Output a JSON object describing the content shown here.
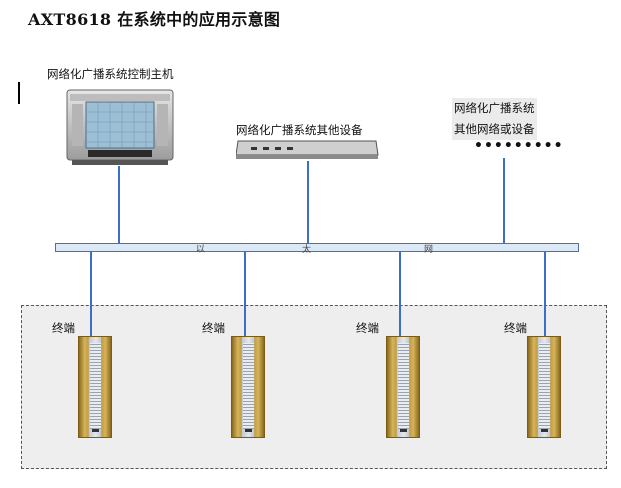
{
  "title": "AXT8618 在系统中的应用示意图",
  "host": {
    "label": "网络化广播系统控制主机"
  },
  "device": {
    "label": "网络化广播系统其他设备"
  },
  "others": {
    "line1": "网络化广播系统",
    "line2": "其他网络或设备",
    "ellipsis": "•••••••••"
  },
  "bus": {
    "chars": [
      "以",
      "太",
      "网"
    ]
  },
  "terminals": [
    {
      "label": "终端"
    },
    {
      "label": "终端"
    },
    {
      "label": "终端"
    },
    {
      "label": "终端"
    }
  ],
  "colors": {
    "link": "#3a6fc8",
    "bus_fill": "#dbe8f7",
    "area_fill": "#eeeeee",
    "speaker_gold": "#c29b3e"
  }
}
